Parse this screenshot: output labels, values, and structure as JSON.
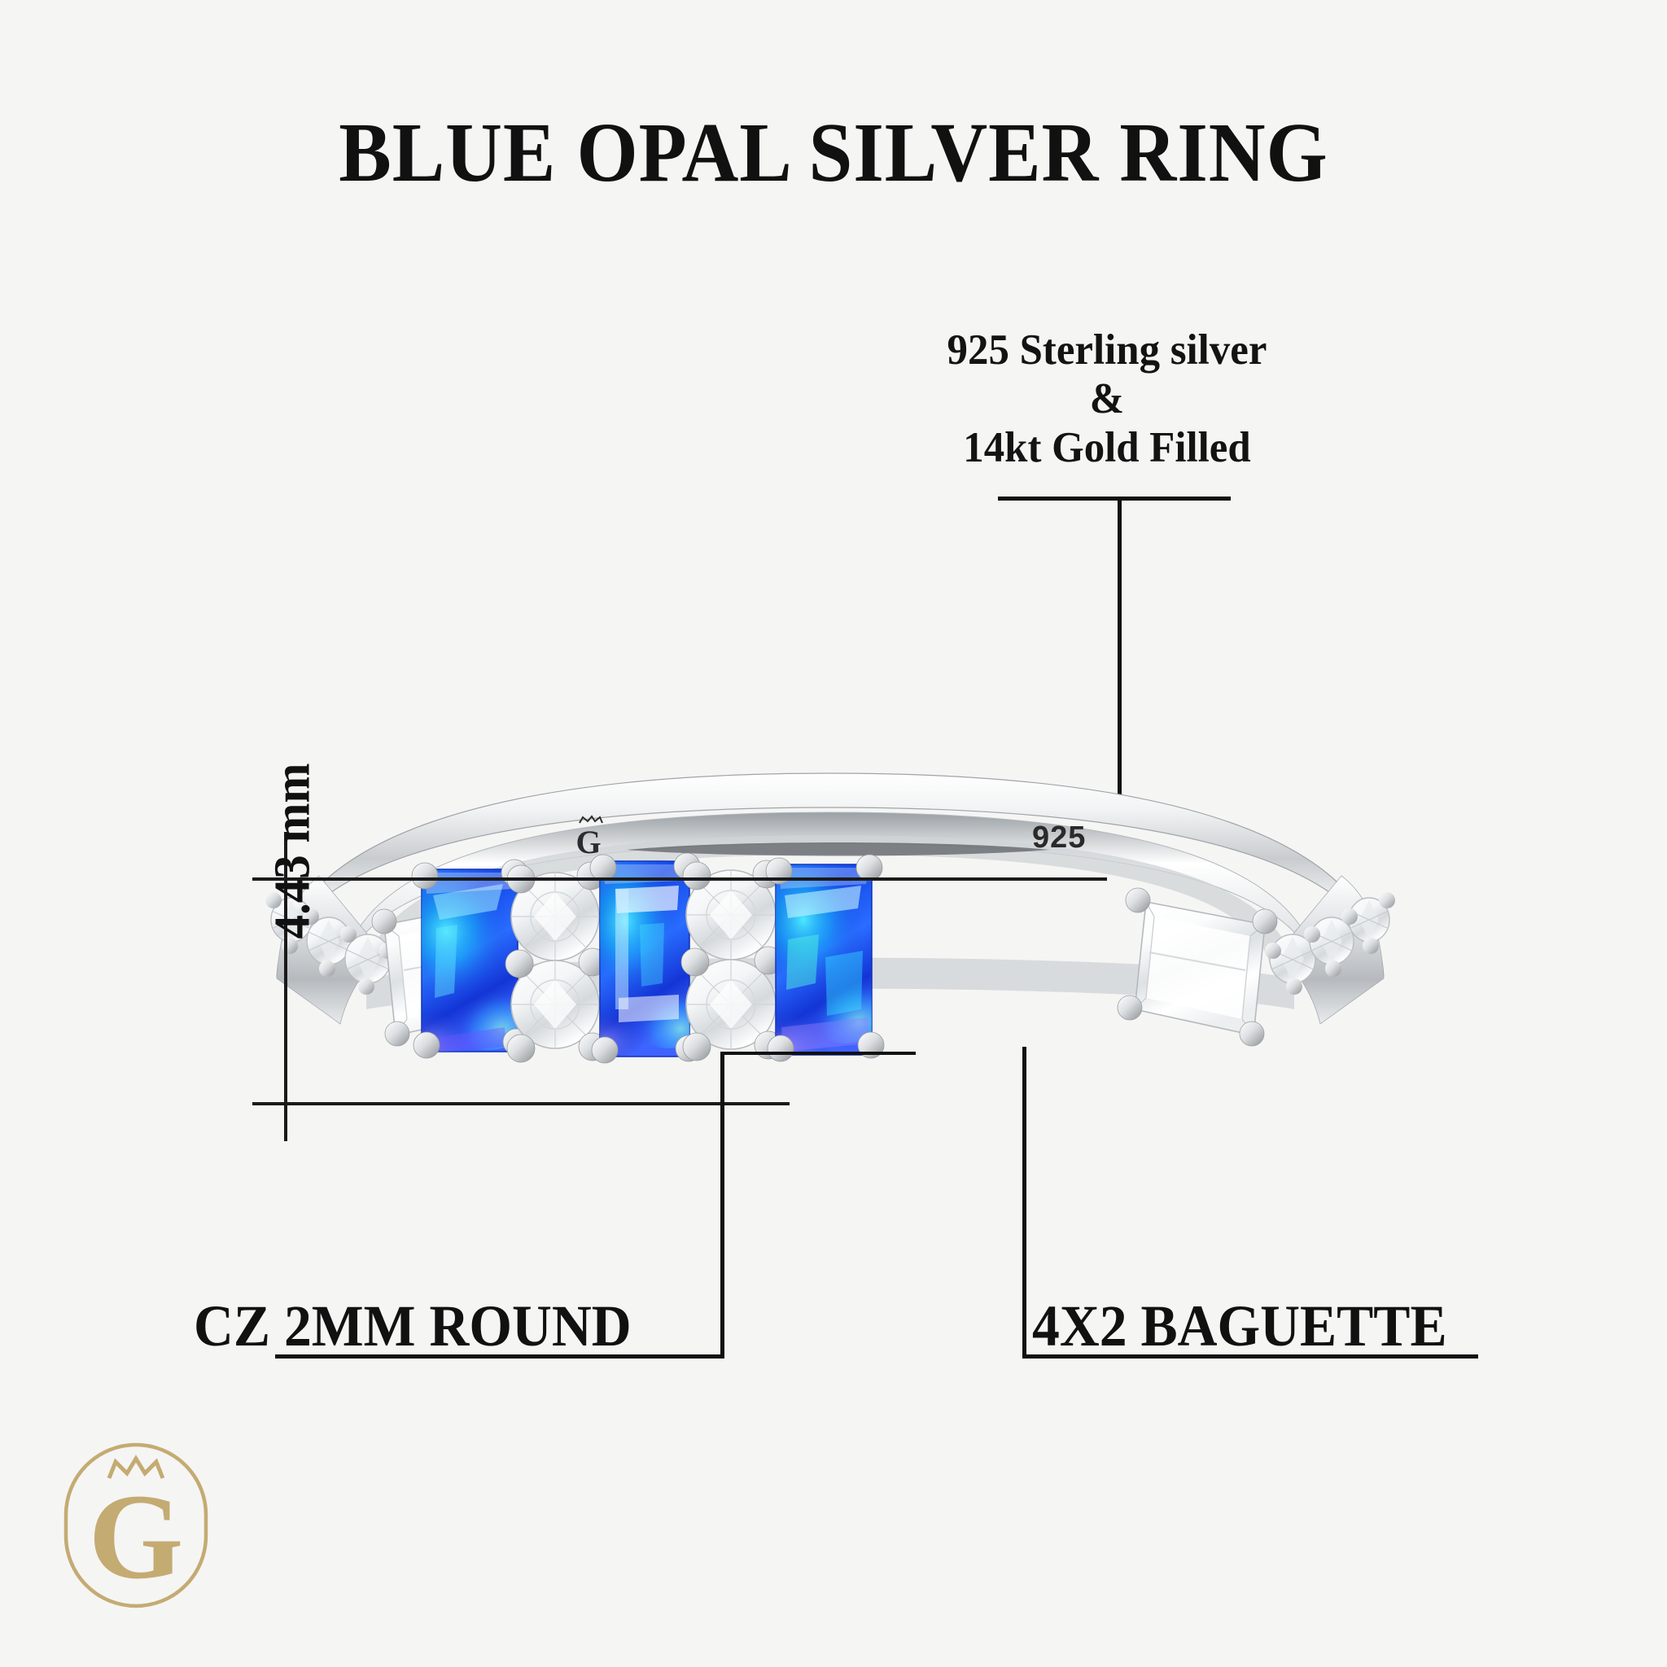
{
  "page": {
    "background_color": "#f5f5f4",
    "ink_color": "#111111"
  },
  "title": "BLUE OPAL SILVER RING",
  "material_callout": {
    "line1": "925 Sterling silver",
    "line2": "&",
    "line3": "14kt Gold Filled"
  },
  "dimension": {
    "value": "4.43 mm"
  },
  "callouts": {
    "round": "CZ 2MM ROUND",
    "baguette": "4X2 BAGUETTE"
  },
  "ring": {
    "band_stamp_purity": "925",
    "band_stamp_logo": "G",
    "metal_color": "#d8dadc",
    "opal_color": "#1a5cf0",
    "opal_highlight": "#30d8ff",
    "cz_color": "#ffffff"
  },
  "brand_logo": {
    "letter": "G",
    "color": "#c4ab72"
  }
}
